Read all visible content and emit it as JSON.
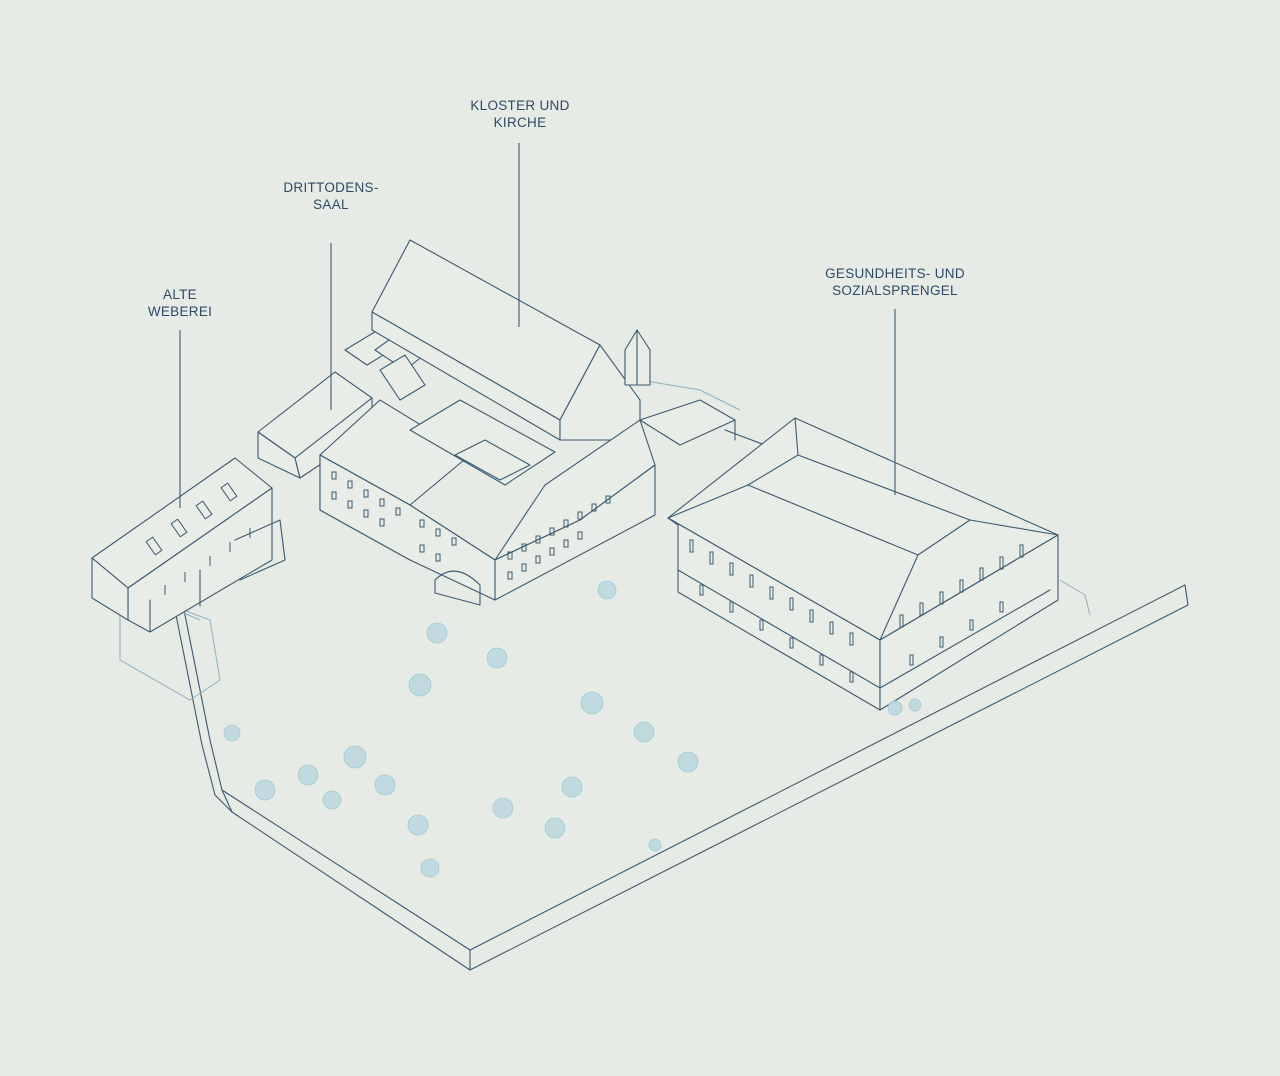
{
  "labels": {
    "kloster": {
      "line1": "KLOSTER UND",
      "line2": "KIRCHE"
    },
    "drittordenssaal": {
      "line1": "DRITTODENS-",
      "line2": "SAAL"
    },
    "alte_weberei": {
      "line1": "ALTE",
      "line2": "WEBEREI"
    },
    "sprengel": {
      "line1": "GESUNDHEITS- UND",
      "line2": "SOZIALSPRENGEL"
    }
  },
  "colors": {
    "background": "#e6ebe6",
    "linework": "#3d5a70",
    "text": "#2e4a66",
    "trees": "#bcd9df"
  }
}
